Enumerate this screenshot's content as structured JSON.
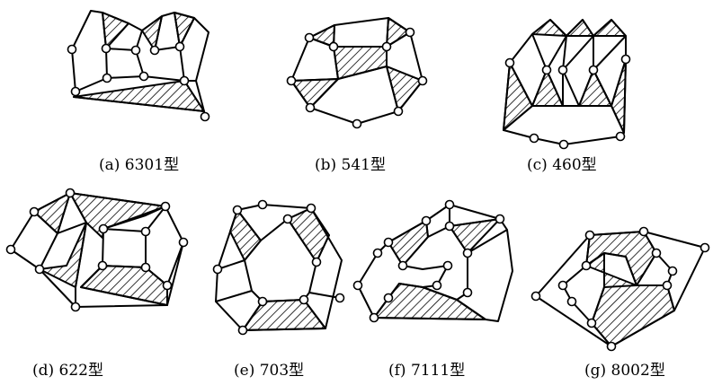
{
  "figure": {
    "captions": {
      "a": "(a) 6301型",
      "b": "(b) 541型",
      "c": "(c) 460型",
      "d": "(d) 622型",
      "e": "(e) 703型",
      "f": "(f) 7111型",
      "g": "(g) 8002型"
    }
  }
}
